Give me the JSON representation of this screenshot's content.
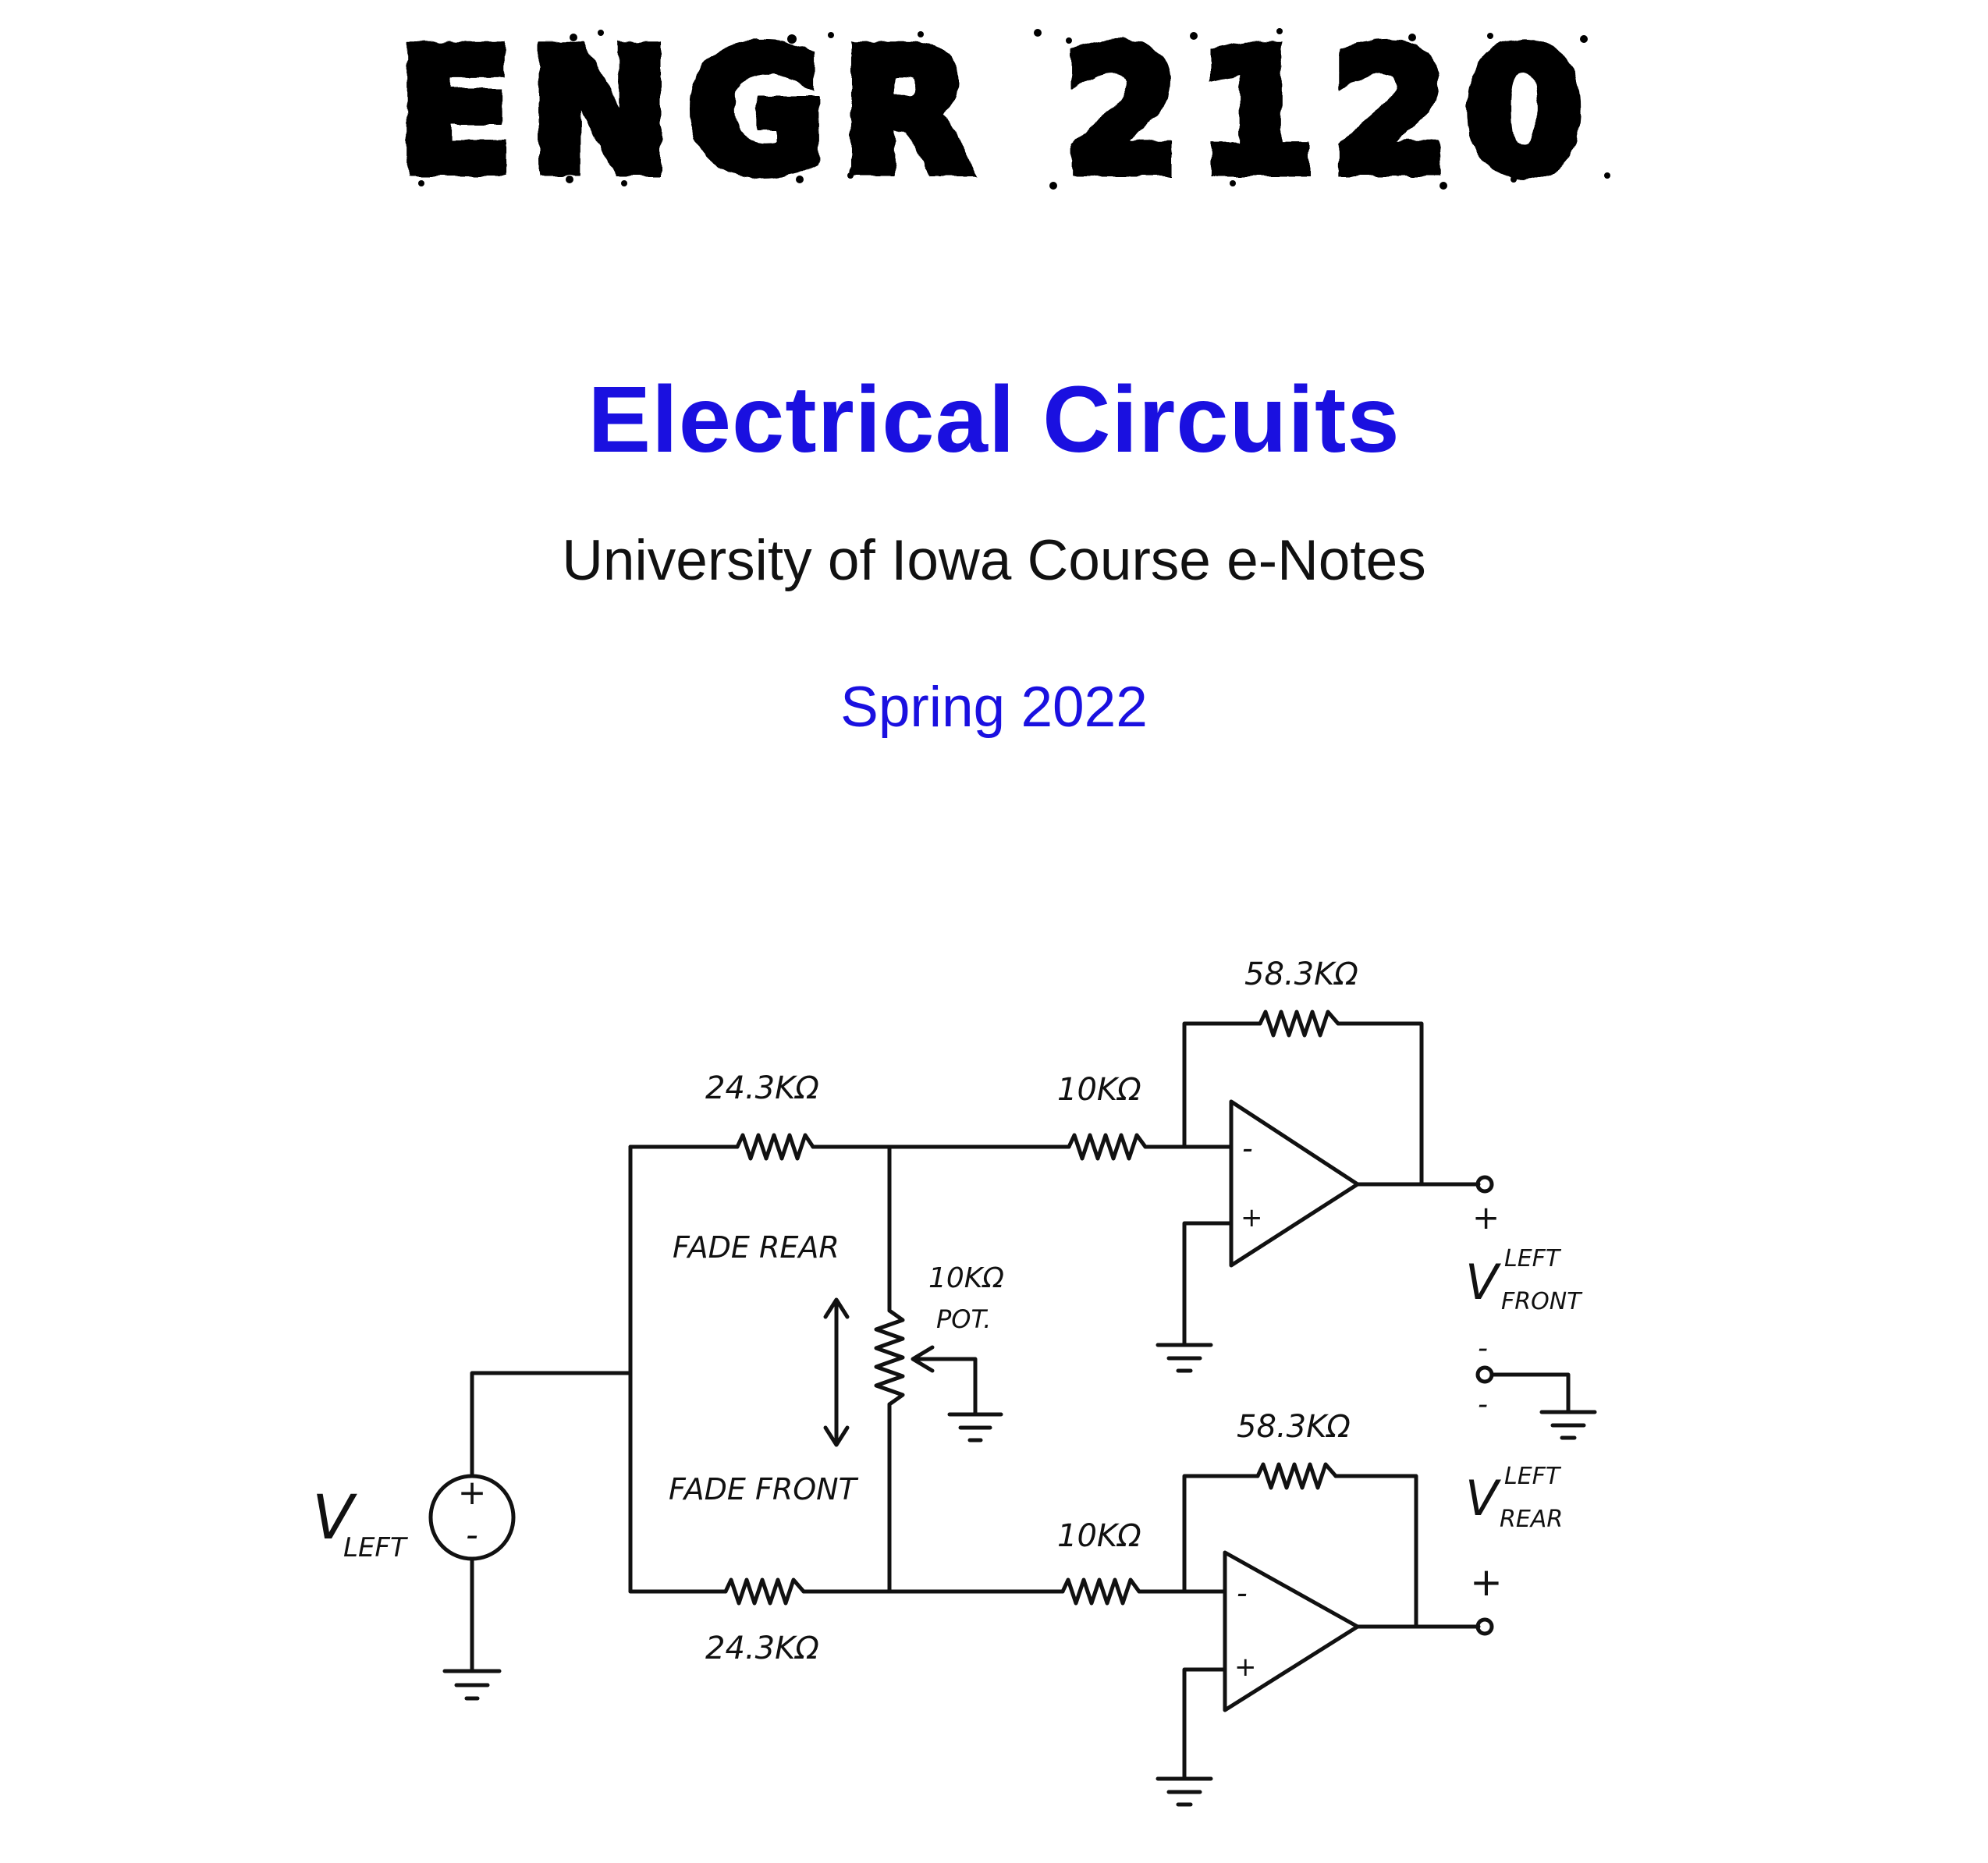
{
  "logo": {
    "text": "ENGR 2120"
  },
  "title": "Electrical Circuits",
  "subtitle": "University of Iowa Course e-Notes",
  "term": "Spring 2022",
  "circuit": {
    "resistor_top_left": "24.3KΩ",
    "resistor_bottom_left": "24.3KΩ",
    "resistor_top_input": "10KΩ",
    "resistor_bottom_input": "10KΩ",
    "resistor_top_feedback": "58.3KΩ",
    "resistor_bottom_feedback": "58.3KΩ",
    "pot_value": "10KΩ",
    "pot_label": "POT.",
    "fade_rear": "FADE REAR",
    "fade_front": "FADE FRONT",
    "source_v": "V",
    "source_sub": "LEFT",
    "out_front_v": "V",
    "out_front_sup": "LEFT",
    "out_front_sub": "FRONT",
    "out_rear_v": "V",
    "out_rear_sup": "LEFT",
    "out_rear_sub": "REAR",
    "plus": "+",
    "minus": "-"
  }
}
